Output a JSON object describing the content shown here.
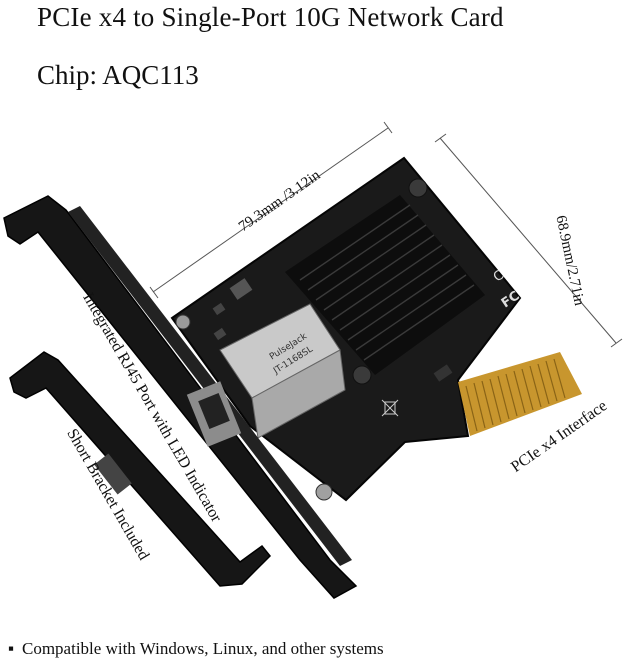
{
  "title": "PCIe x4 to Single-Port 10G Network Card",
  "chip": "Chip: AQC113",
  "labels": {
    "length": "79.3mm /3.12in",
    "height": "68.9mm/2.71in",
    "rj45": "Integrated RJ45 Port with LED Indicator",
    "short_bracket": "Short Bracket Included",
    "interface": "PCIe x4 Interface",
    "chip_marking_1": "PulseJack",
    "chip_marking_2": "JT-1168SL"
  },
  "footer": {
    "bullet": "▪",
    "text": "Compatible with Windows, Linux, and other systems"
  },
  "colors": {
    "pcb": "#1a1a1a",
    "heatsink": "#121212",
    "gold": "#d4a23a",
    "metal": "#b5b5b5"
  }
}
